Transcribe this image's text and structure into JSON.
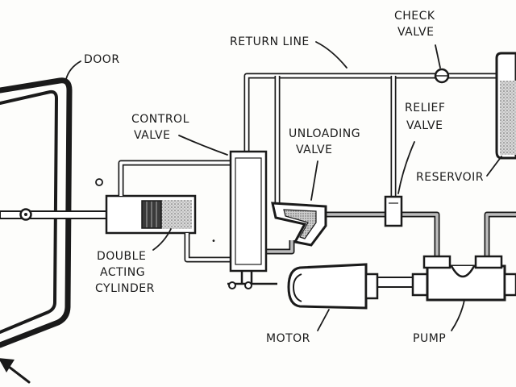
{
  "labels": {
    "door": "DOOR",
    "check_valve_line1": "CHECK",
    "check_valve_line2": "VALVE",
    "return_line": "RETURN LINE",
    "control_valve_line1": "CONTROL",
    "control_valve_line2": "VALVE",
    "unloading_valve_line1": "UNLOADING",
    "unloading_valve_line2": "VALVE",
    "relief_valve_line1": "RELIEF",
    "relief_valve_line2": "VALVE",
    "reservoir": "RESERVOIR",
    "cylinder_line1": "DOUBLE",
    "cylinder_line2": "ACTING",
    "cylinder_line3": "CYLINDER",
    "motor": "MOTOR",
    "pump": "PUMP"
  }
}
